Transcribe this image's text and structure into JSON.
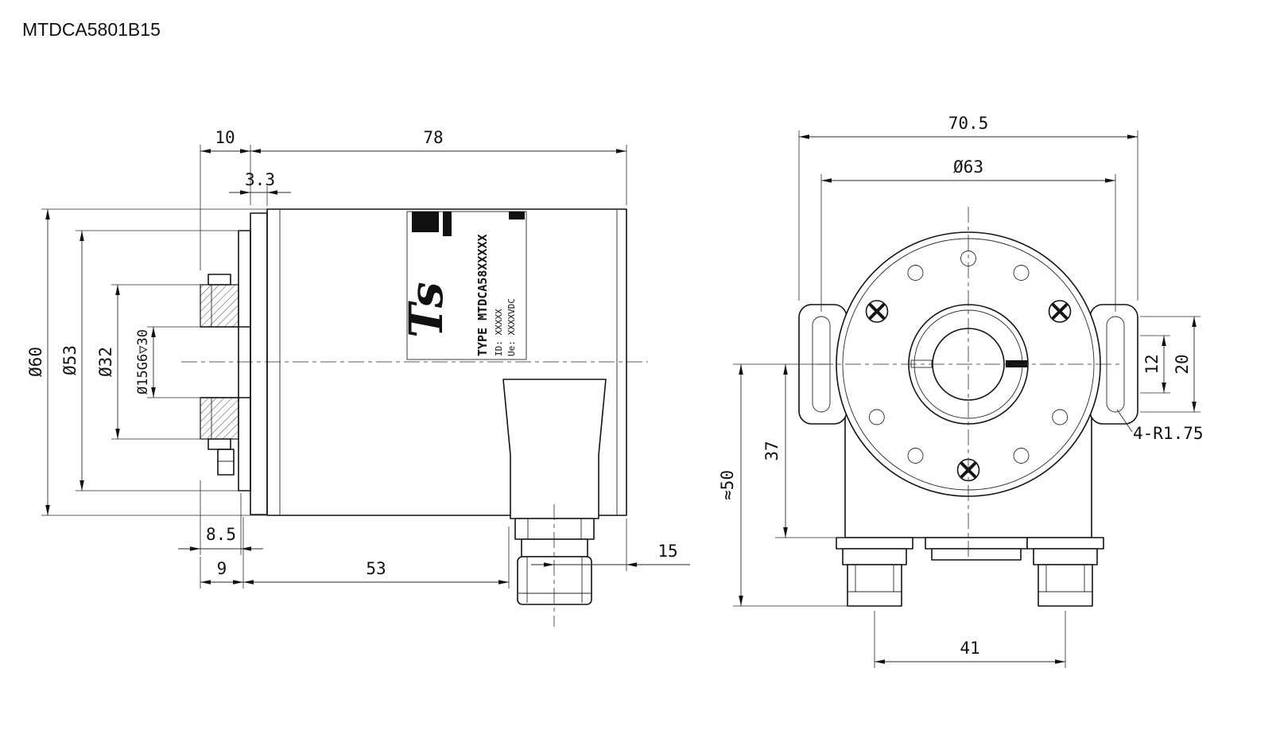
{
  "title": "MTDCA5801B15",
  "side_view": {
    "dims": {
      "front_offset": "10",
      "body_length": "78",
      "flange_thickness": "3.3",
      "body_diameter": "Ø60",
      "flange_diameter": "Ø53",
      "hub_diameter": "Ø32",
      "bore": "Ø15G6▽30",
      "hub_depth": "8.5",
      "shaft_front": "9",
      "connector_position": "53",
      "connector_offset": "15"
    },
    "label": {
      "logo": "Ts",
      "type_line": "TYPE MTDCA58XXXXX",
      "id_line": "ID: XXXXX",
      "ue_line": "Ue: XXXXVDC"
    }
  },
  "front_view": {
    "dims": {
      "overall_width": "70.5",
      "mount_circle": "Ø63",
      "slot_width": "12",
      "ear_height": "20",
      "ear_radius": "4-R1.75",
      "center_to_base": "37",
      "center_to_connector": "≈50",
      "connector_spacing": "41"
    }
  }
}
